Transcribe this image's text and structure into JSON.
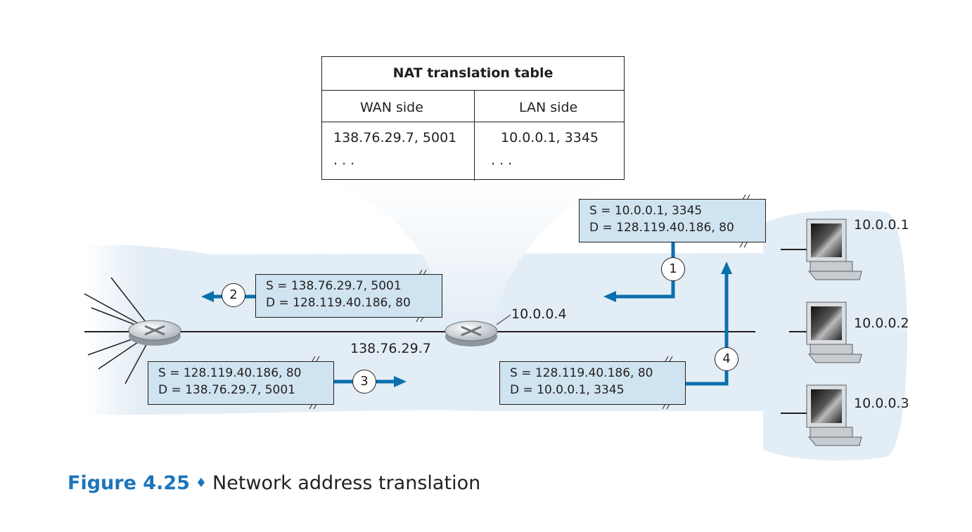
{
  "nat_table": {
    "title": "NAT translation table",
    "headers": {
      "wan": "WAN side",
      "lan": "LAN side"
    },
    "rows": [
      {
        "wan": "138.76.29.7, 5001",
        "lan": "10.0.0.1, 3345"
      },
      {
        "wan": ". . .",
        "lan": ". . ."
      }
    ]
  },
  "packets": {
    "p1": {
      "src": "S = 10.0.0.1, 3345",
      "dst": "D = 128.119.40.186, 80"
    },
    "p2": {
      "src": "S = 138.76.29.7, 5001",
      "dst": "D = 128.119.40.186, 80"
    },
    "p3": {
      "src": "S = 128.119.40.186, 80",
      "dst": "D = 138.76.29.7, 5001"
    },
    "p4": {
      "src": "S = 128.119.40.186, 80",
      "dst": "D = 10.0.0.1, 3345"
    }
  },
  "steps": [
    "1",
    "2",
    "3",
    "4"
  ],
  "addresses": {
    "router_lan": "10.0.0.4",
    "router_wan": "138.76.29.7",
    "host1": "10.0.0.1",
    "host2": "10.0.0.2",
    "host3": "10.0.0.3"
  },
  "caption": {
    "number": "Figure 4.25",
    "separator": "♦",
    "text": "Network address translation"
  },
  "colors": {
    "arrow": "#0a6fad",
    "packet_fill": "#cfe3f0",
    "cloud": "#e3edf5",
    "caption_accent": "#1b75bc"
  }
}
